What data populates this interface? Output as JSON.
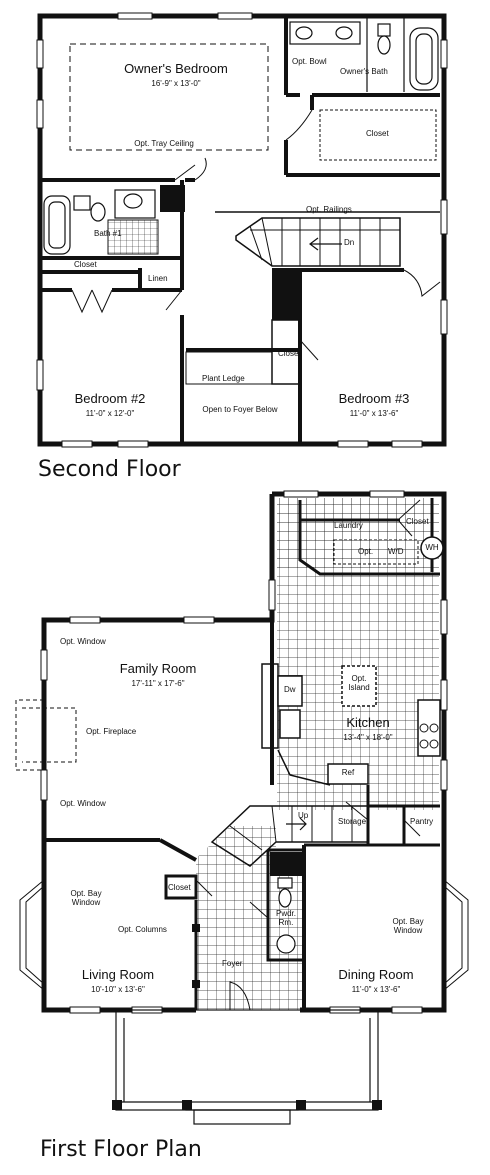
{
  "second_floor": {
    "title": "Second Floor",
    "owners_bedroom": {
      "name": "Owner's Bedroom",
      "dims": "16'-9\" x 13'-0\""
    },
    "opt_tray_ceiling": "Opt. Tray Ceiling",
    "opt_bowl": "Opt. Bowl",
    "owners_bath": "Owner's Bath",
    "closet_owner": "Closet",
    "bath1": "Bath #1",
    "closet_hall": "Closet",
    "linen": "Linen",
    "opt_railings": "Opt. Railings",
    "dn": "Dn",
    "bedroom2": {
      "name": "Bedroom #2",
      "dims": "11'-0\" x 12'-0\""
    },
    "bedroom3": {
      "name": "Bedroom #3",
      "dims": "11'-0\" x 13'-6\""
    },
    "closet_b3": "Closet",
    "plant_ledge": "Plant Ledge",
    "open_to_foyer": "Open to Foyer Below"
  },
  "first_floor": {
    "title": "First Floor Plan",
    "laundry": "Laundry",
    "closet_laundry": "Closet",
    "opt": "Opt.",
    "wd": "W/D",
    "wh": "WH",
    "family_room": {
      "name": "Family Room",
      "dims": "17'-11\" x 17'-6\""
    },
    "opt_window_top": "Opt. Window",
    "opt_fireplace": "Opt. Fireplace",
    "opt_window_bottom": "Opt. Window",
    "dw": "Dw",
    "opt_island": "Opt. Island",
    "kitchen": {
      "name": "Kitchen",
      "dims": "13'-4\" x 18'-0\""
    },
    "ref": "Ref",
    "up": "Up",
    "storage": "Storage",
    "pantry": "Pantry",
    "closet_foyer": "Closet",
    "opt_bay_window_left": "Opt. Bay Window",
    "opt_columns": "Opt. Columns",
    "pwdr_rm": "Pwdr. Rm.",
    "opt_bay_window_right": "Opt. Bay Window",
    "living_room": {
      "name": "Living Room",
      "dims": "10'-10\" x 13'-6\""
    },
    "foyer": "Foyer",
    "dining_room": {
      "name": "Dining Room",
      "dims": "11'-0\" x 13'-6\""
    }
  }
}
